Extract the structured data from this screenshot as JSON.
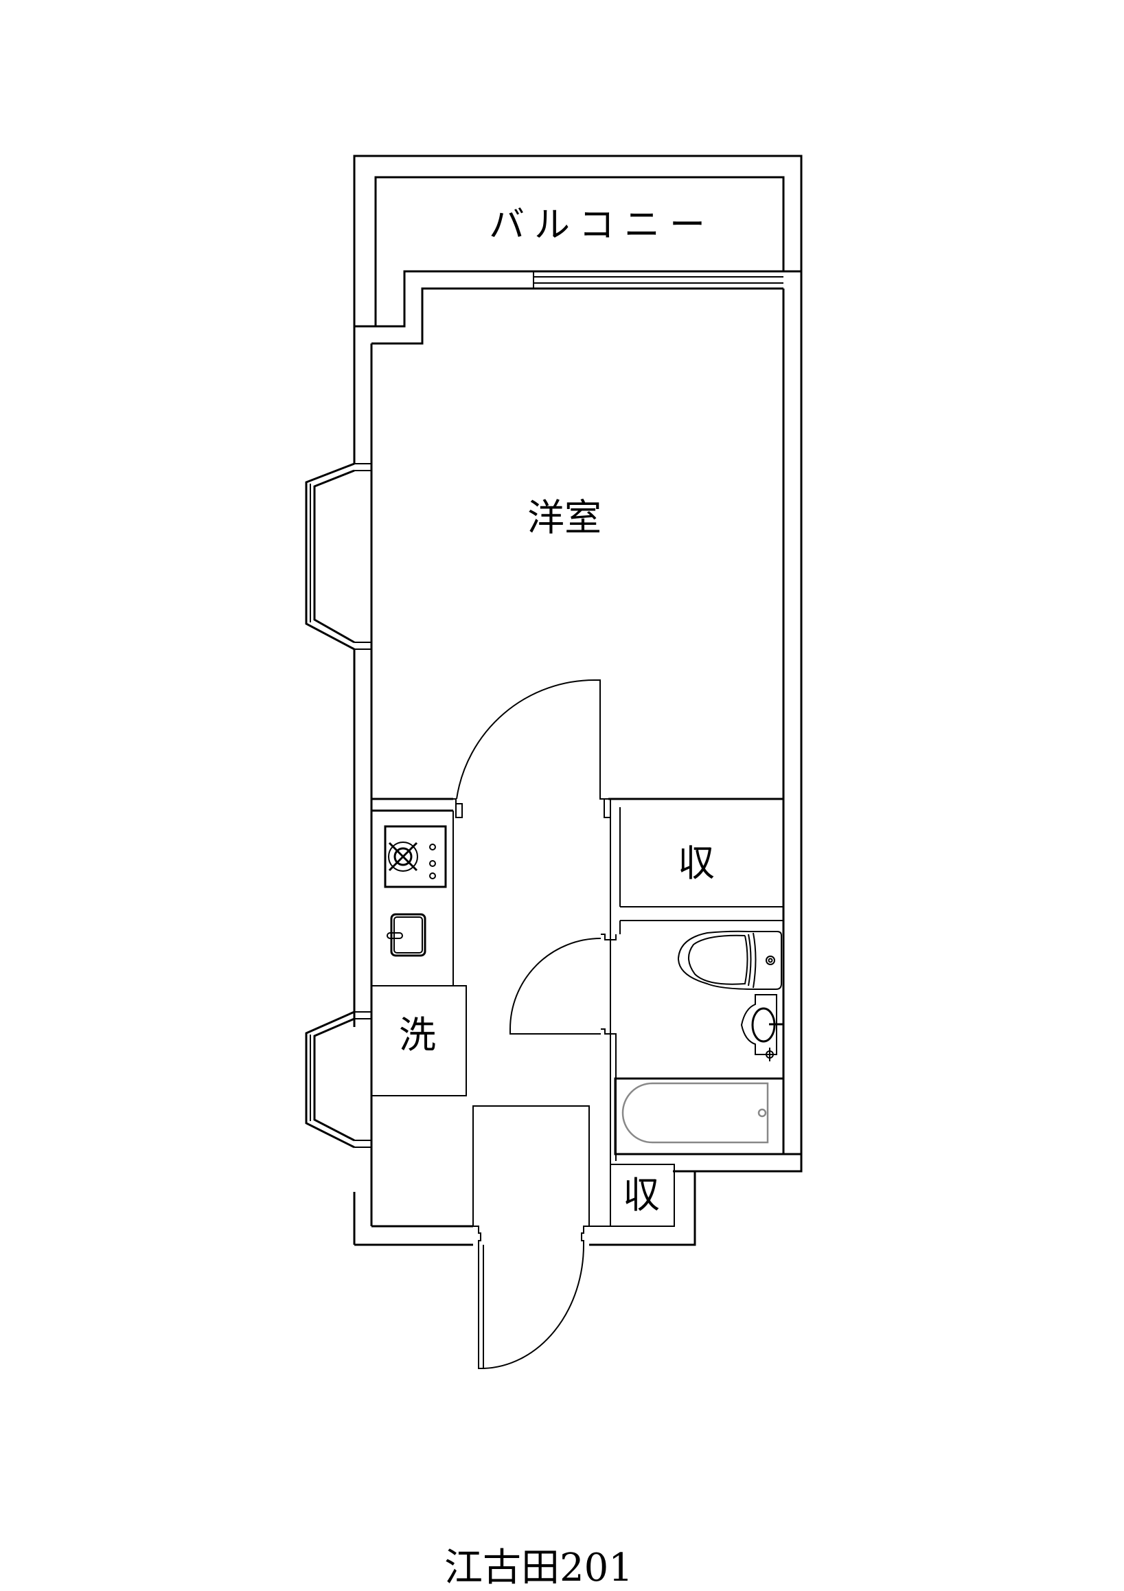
{
  "floorplan": {
    "title": "江古田201",
    "rooms": {
      "balcony": "バルコニー",
      "western_room": "洋室",
      "storage_main": "収",
      "storage_small": "収",
      "washer": "洗"
    },
    "fixtures": {
      "stove": "gas-stove-icon",
      "kitchen_sink": "kitchen-sink-icon",
      "toilet": "toilet-icon",
      "wash_basin": "wash-basin-icon",
      "bathtub": "bathtub-icon"
    },
    "colors": {
      "line": "#000000",
      "bathtub_line": "#888888",
      "background": "#ffffff"
    }
  }
}
